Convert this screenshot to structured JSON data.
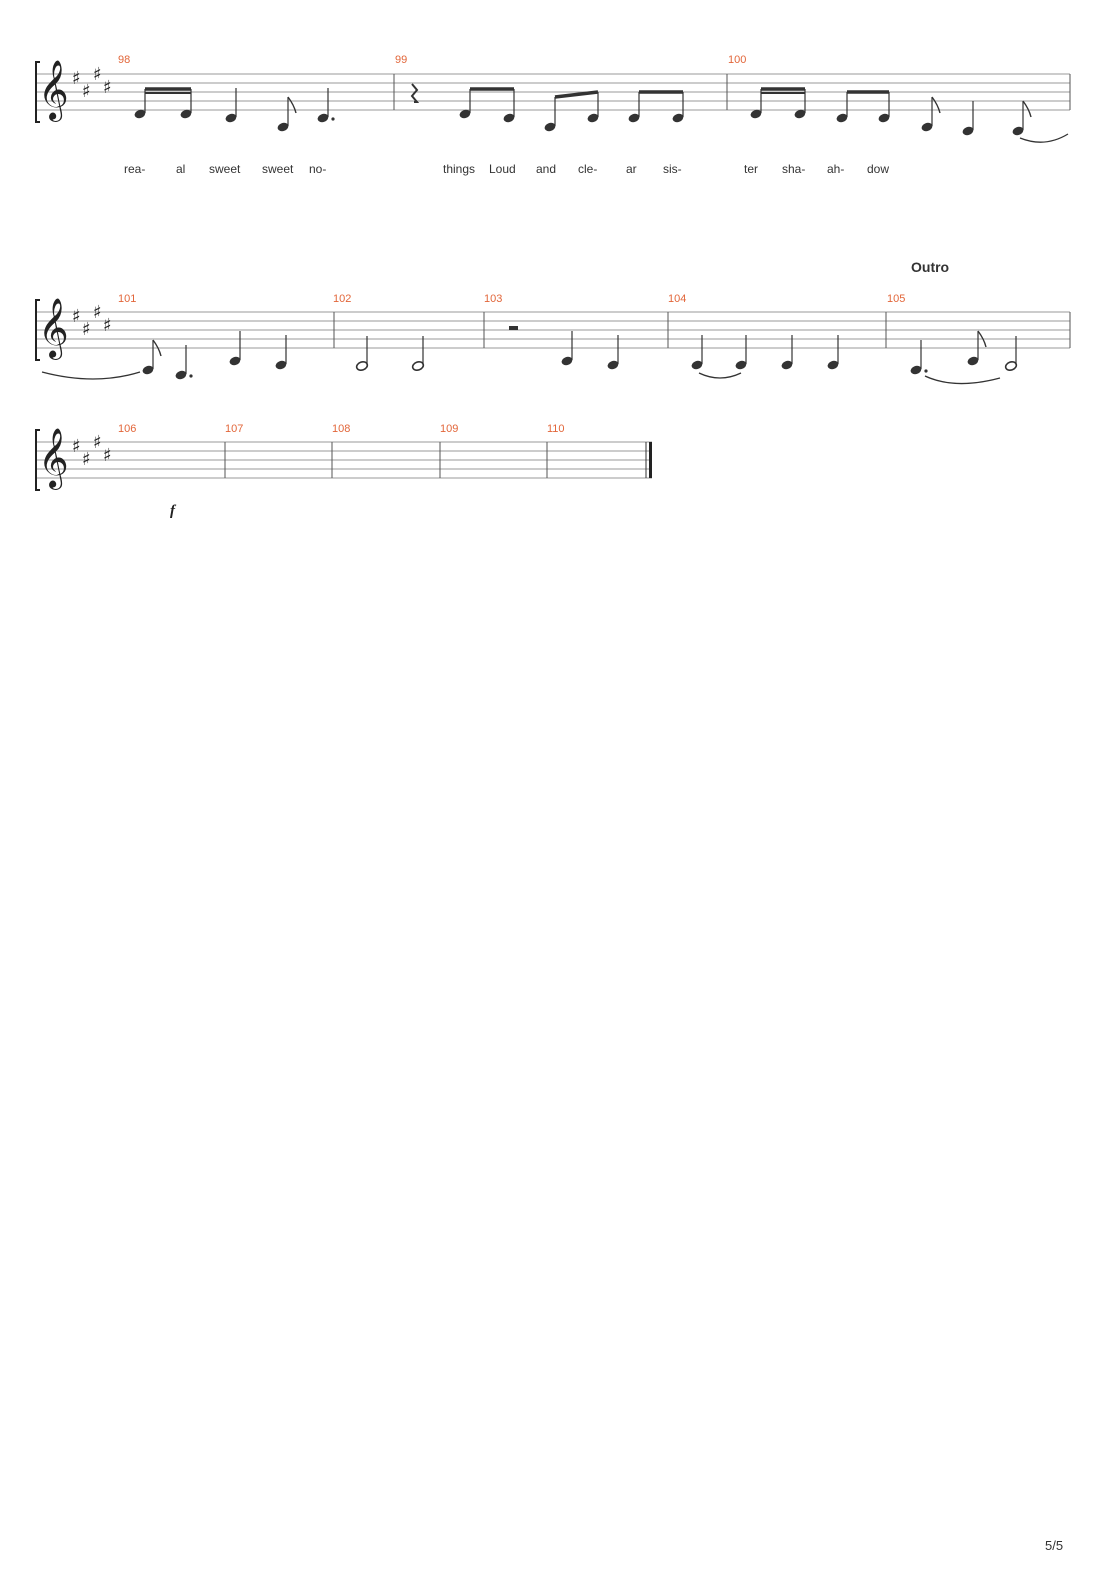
{
  "score": {
    "key_signature": "E major (4 sharps)",
    "clef": "treble",
    "section_label": "Outro",
    "dynamic": "f",
    "page_number": "5/5",
    "systems": [
      {
        "bars": [
          "98",
          "99",
          "100"
        ],
        "lyrics": [
          "rea-",
          "al",
          "sweet",
          "sweet",
          "no-",
          "things",
          "Loud",
          "and",
          "cle-",
          "ar",
          "sis-",
          "ter",
          "sha-",
          "ah-",
          "dow"
        ]
      },
      {
        "bars": [
          "101",
          "102",
          "103",
          "104",
          "105"
        ],
        "lyrics": []
      },
      {
        "bars": [
          "106",
          "107",
          "108",
          "109",
          "110"
        ],
        "lyrics": []
      }
    ]
  }
}
